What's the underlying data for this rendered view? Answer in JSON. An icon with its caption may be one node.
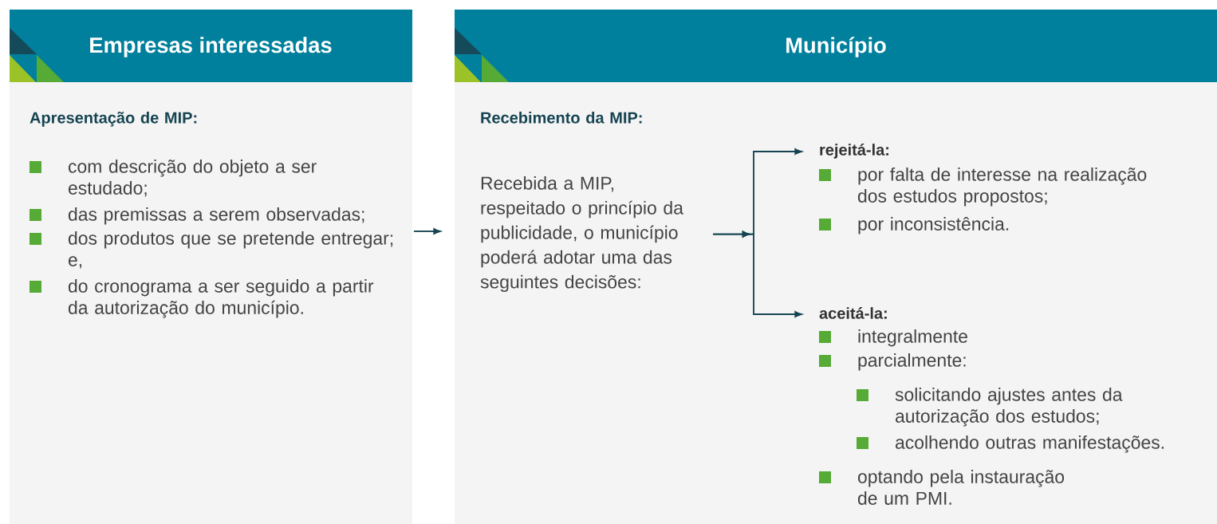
{
  "diagram": {
    "nodes": [
      {
        "text": [
          "Empresas interessadas",
          "Apresentação de MIP:",
          "com descrição do objeto a ser estudado;",
          "das premissas a serem observadas;",
          "dos produtos que se pretende entregar; e,",
          "do cronograma a ser seguido a partir da autorização do município."
        ]
      },
      {
        "text": [
          "Município",
          "Recebimento da MIP:"
        ]
      },
      {
        "text": [
          "Recebida a MIP, respeitado o princípio da publicidade, o município poderá adotar uma das seguintes decisões:"
        ],
        "in": 1
      },
      {
        "text": [
          "rejeitá-la:",
          "por falta de interesse na realização dos estudos propostos;",
          "por inconsistência."
        ],
        "in": 1
      },
      {
        "text": [
          "aceitá-la:",
          "integralmente",
          "parcialmente:",
          "solicitando ajustes antes da autorização dos estudos;",
          "acolhendo outras manifestações.",
          "optando pela instauração de um PMI."
        ],
        "in": 1
      }
    ],
    "edges": [
      {
        "from": 0,
        "to": 1,
        "arrow": "to"
      },
      {
        "from": 2,
        "to": 3,
        "arrow": "to"
      },
      {
        "from": 2,
        "to": 4,
        "arrow": "to"
      }
    ]
  }
}
